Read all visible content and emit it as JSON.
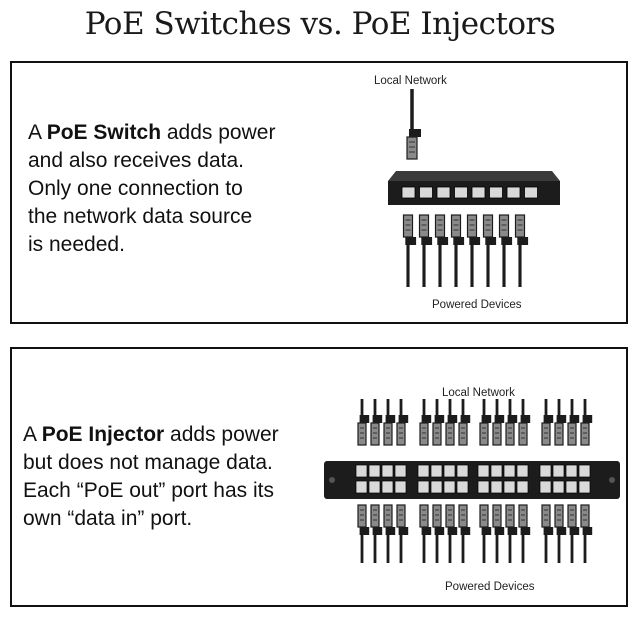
{
  "title": "PoE Switches vs. PoE Injectors",
  "switch_panel": {
    "text_prefix": "A ",
    "term": "PoE Switch",
    "text_lines": [
      " adds power",
      "and  also receives data.",
      "Only one connection to",
      "the network data source",
      "is needed."
    ],
    "label_top": "Local Network",
    "label_bottom": "Powered Devices"
  },
  "injector_panel": {
    "text_prefix": "A ",
    "term": "PoE Injector",
    "text_lines": [
      " adds power",
      "but does not manage data.",
      "Each “PoE out” port has its",
      "own “data in” port."
    ],
    "label_top": "Local Network",
    "label_bottom": "Powered Devices"
  },
  "colors": {
    "device_dark": "#1c1c1c",
    "plug_gray": "#8a8a8a",
    "port_light": "#d9d9d9"
  },
  "icons": [
    "network-switch-icon",
    "patch-panel-icon",
    "ethernet-cable-icon"
  ]
}
